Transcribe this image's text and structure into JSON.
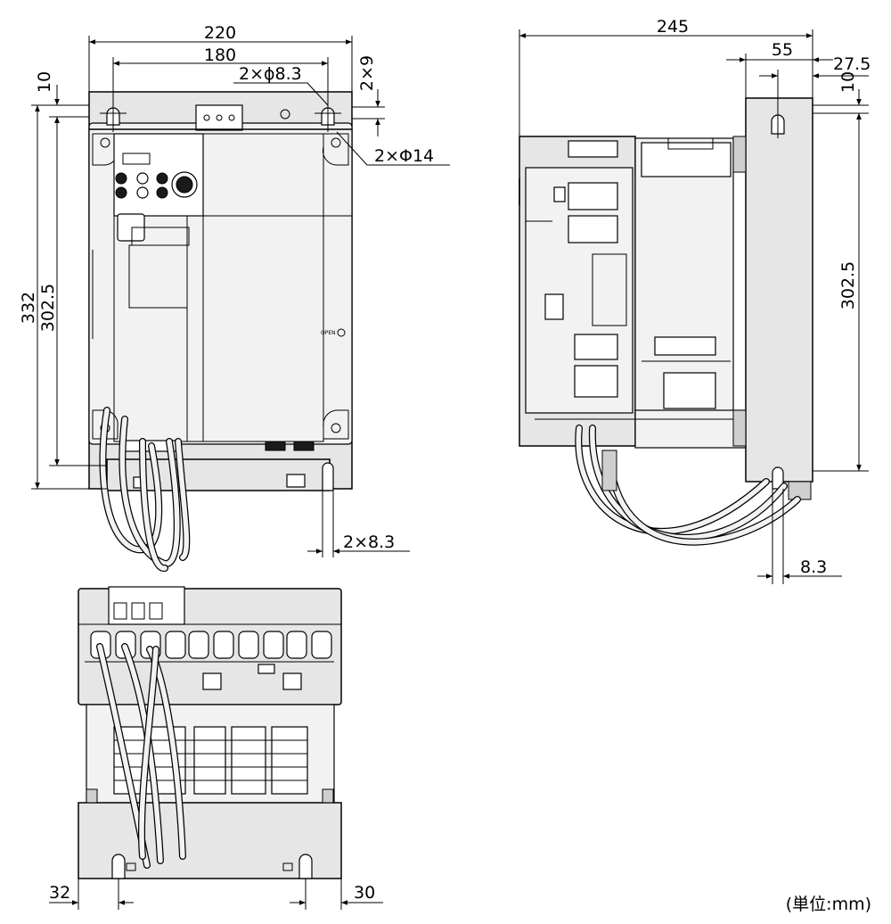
{
  "dimensions": {
    "front_width": "220",
    "front_hole_pitch": "180",
    "front_hole_dia": "2×ϕ8.3",
    "front_slot_size": "2×9",
    "front_top_offset": "10",
    "front_height_total": "332",
    "front_height_pitch": "302.5",
    "front_corner_hole": "2×Φ14",
    "front_bottom_slot": "2×8.3",
    "side_depth": "245",
    "side_flange": "55",
    "side_offset": "27.5",
    "side_top_offset": "10",
    "side_height_pitch": "302.5",
    "side_bottom_slot": "8.3",
    "bottom_left": "32",
    "bottom_right": "30"
  },
  "labels": {
    "unit": "(単位:mm)",
    "open_label": "OPEN"
  },
  "colors": {
    "line": "#000000",
    "body_fill": "#e6e6e6",
    "light_fill": "#f2f2f2",
    "background": "#ffffff"
  }
}
